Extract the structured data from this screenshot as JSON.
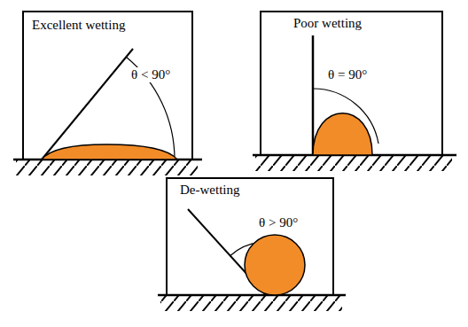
{
  "diagram": {
    "nodes": [
      {
        "text": [
          "Excellent wetting",
          "θ < 90°"
        ]
      },
      {
        "text": [
          "Poor wetting",
          "θ = 90°"
        ]
      },
      {
        "text": [
          "De-wetting",
          "θ > 90°"
        ]
      }
    ]
  }
}
